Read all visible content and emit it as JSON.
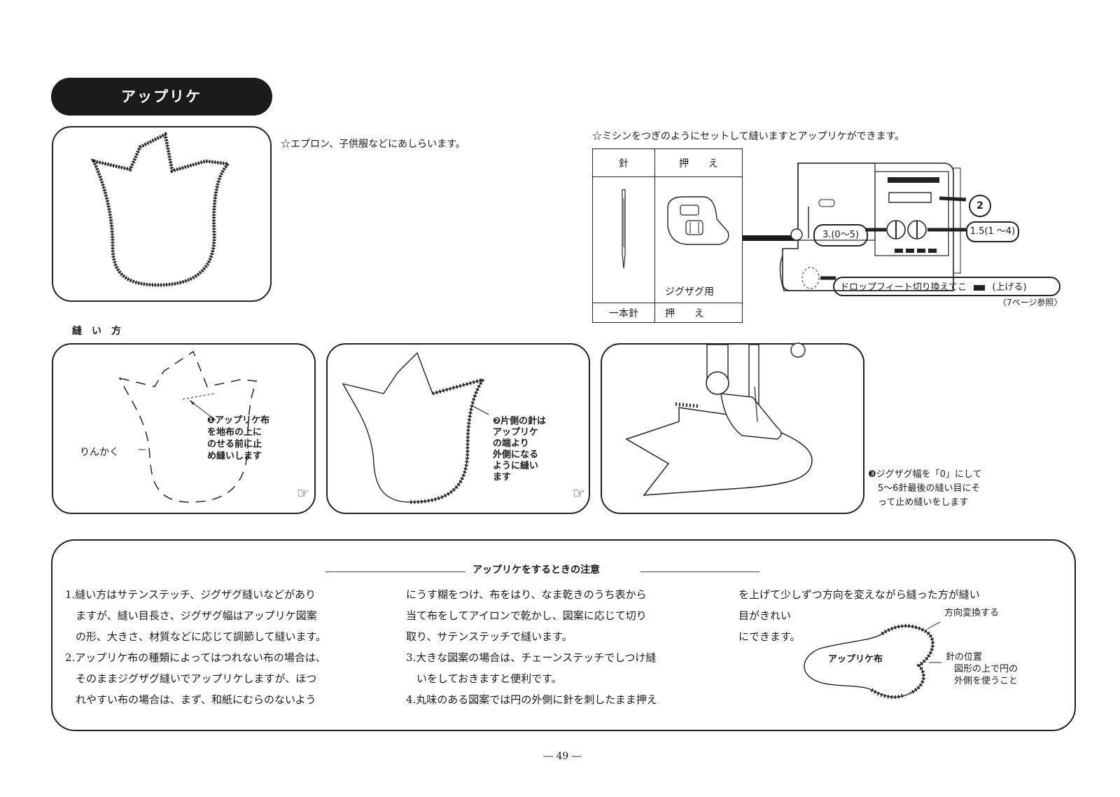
{
  "title": "アップリケ",
  "intro": "☆エプロン、子供服などにあしらいます。",
  "machine_setup_intro": "☆ミシンをつぎのようにセットして縫いますとアップリケができます。",
  "parts_table": {
    "col1_header": "針",
    "col2_header": "押　　え",
    "needle_name": "一本針",
    "foot_name_line1": "ジグザグ用",
    "foot_name_line2": "押　　え"
  },
  "machine_labels": {
    "dial_2": "2",
    "dial_3": "3.(0～5)",
    "dial_15": "1.5(1 ～4)",
    "drop_feed": "ドロップフィート切り換えてこ",
    "drop_feed_action": "(上げる)",
    "page_ref": "〈7ページ参照〉"
  },
  "how_to_title": "縫　い　方",
  "steps": {
    "step1_label": "りんかく",
    "step1": [
      "❶アップリケ布",
      "を地布の上に",
      "のせる前に止",
      "め縫いします"
    ],
    "step2": [
      "❷片側の針は",
      "アップリケ",
      "の端より",
      "外側になる",
      "ように縫い",
      "ます"
    ],
    "step3": [
      "❸ジグザグ幅を「0」にして",
      "5～6針最後の縫い目にそ",
      "って止め縫いをします"
    ]
  },
  "notes": {
    "heading": "アップリケをするときの注意",
    "col1": [
      "1.縫い方はサテンステッチ、ジグザグ縫いなどがあり",
      "　ますが、縫い目長さ、ジグザグ幅はアップリケ図案",
      "　の形、大きさ、材質などに応じて調節して縫います。",
      "2.アップリケ布の種類によってはつれない布の場合は、",
      "　そのままジグザグ縫いでアップリケしますが、ほつ",
      "　れやすい布の場合は、まず、和紙にむらのないよう"
    ],
    "col2": [
      "にうす糊をつけ、布をはり、なま乾きのうち表から",
      "当て布をしてアイロンで乾かし、図案に応じて切り",
      "取り、サテンステッチで縫います。",
      "3.大きな図案の場合は、チェーンステッチでしつけ縫",
      "　いをしておきますと便利です。",
      "4.丸味のある図案では円の外側に針を刺したまま押え"
    ],
    "col3": [
      "を上げて少しずつ方向を変えながら縫った方が縫い",
      "目がきれい",
      "にできます。"
    ],
    "diagram": {
      "fabric_label": "アップリケ布",
      "direction_label": "方向変換する",
      "needle_pos_title": "針の位置",
      "needle_pos_1": "図形の上で円の",
      "needle_pos_2": "外側を使うこと"
    }
  },
  "page_number": "― 49 ―"
}
